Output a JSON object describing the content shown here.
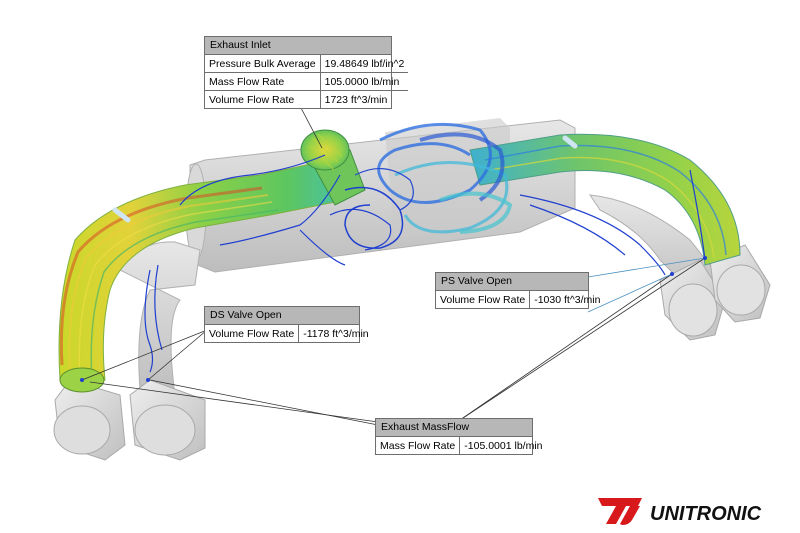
{
  "probes": {
    "exhaust_inlet": {
      "title": "Exhaust Inlet",
      "rows": [
        {
          "label": "Pressure Bulk Average",
          "value": "19.48649 lbf/in^2"
        },
        {
          "label": "Mass Flow Rate",
          "value": "105.0000 lb/min"
        },
        {
          "label": "Volume Flow Rate",
          "value": "1723 ft^3/min"
        }
      ]
    },
    "ps_valve": {
      "title": "PS Valve Open",
      "rows": [
        {
          "label": "Volume Flow Rate",
          "value": "-1030 ft^3/min"
        }
      ]
    },
    "ds_valve": {
      "title": "DS Valve Open",
      "rows": [
        {
          "label": "Volume Flow Rate",
          "value": "-1178 ft^3/min"
        }
      ]
    },
    "exhaust_massflow": {
      "title": "Exhaust MassFlow",
      "rows": [
        {
          "label": "Mass Flow Rate",
          "value": "-105.0001 lb/min"
        }
      ]
    }
  },
  "logo": {
    "text": "UNITRONIC",
    "color": "#d7191c"
  },
  "colors": {
    "low_velocity": "#1f3fd0",
    "mid_velocity": "#36c7c9",
    "high_velocity": "#e9d63a",
    "peak_velocity": "#d9502b",
    "shell": "#d6d6d6"
  }
}
